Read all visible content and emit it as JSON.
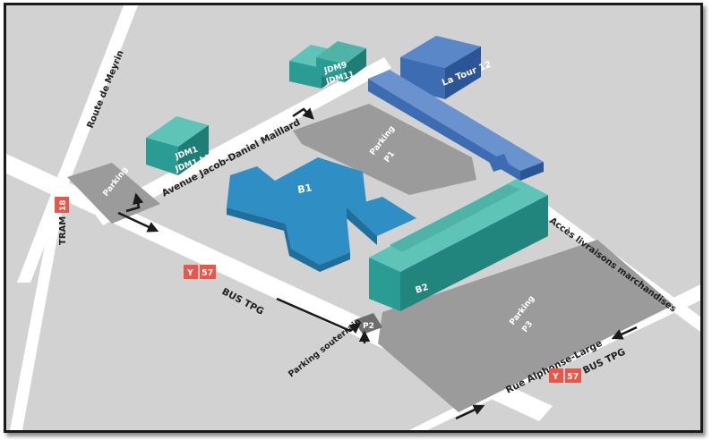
{
  "colors": {
    "background": "#d2d2d2",
    "road": "#ffffff",
    "parking": "#9b9b9b",
    "parking_dark": "#7d7d7d",
    "building_blue": "#2f8fc4",
    "building_teal": "#2a9c93",
    "building_navy": "#3d6cb3",
    "transit_badge": "#e8574a",
    "arrow": "#1a1a1a"
  },
  "roads": {
    "route_de_meyrin": "Route de Meyrin",
    "avenue_jdm": "Avenue Jacob-Daniel Maillard",
    "rue_alphonse_large": "Rue Alphonse-Large",
    "acces_livraisons": "Accès livraisons marchandises"
  },
  "buildings": {
    "jdm9": "JDM9",
    "jdm11": "JDM11",
    "la_tour_12": "La Tour 12",
    "jdm1": "JDM1",
    "jdm1_bis": "JDM1 bis",
    "b1": "B1",
    "b2": "B2"
  },
  "parkings": {
    "parking_left": "Parking",
    "parking_p1_title": "Parking",
    "parking_p1_code": "P1",
    "parking_p3_title": "Parking",
    "parking_p3_code": "P3",
    "p2": "P2",
    "parking_souterrain": "Parking souterrain"
  },
  "transit": {
    "tram_label": "TRAM",
    "tram_line": "18",
    "bus_lines": [
      "Y",
      "57"
    ],
    "bus_label_upper": "BUS TPG",
    "bus_label_lower": "BUS TPG"
  },
  "icons": [
    "route-arrow-icon",
    "route-arrow-icon",
    "route-arrow-icon"
  ]
}
